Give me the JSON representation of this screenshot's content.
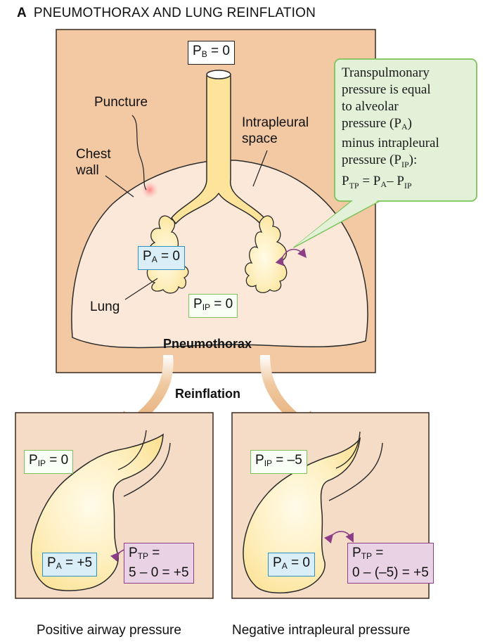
{
  "title": {
    "letter": "A",
    "text": "PNEUMOTHORAX AND LUNG REINFLATION"
  },
  "top_panel": {
    "pb_label": {
      "main": "P",
      "sub": "B",
      "rest": " = 0"
    },
    "pa_label": {
      "main": "P",
      "sub": "A",
      "rest": " = 0"
    },
    "pip_label": {
      "main": "P",
      "sub": "IP",
      "rest": " = 0"
    },
    "puncture": "Puncture",
    "chest_wall_line1": "Chest",
    "chest_wall_line2": "wall",
    "intrapleural_line1": "Intrapleural",
    "intrapleural_line2": "space",
    "lung": "Lung",
    "pneumothorax": "Pneumothorax"
  },
  "callout": {
    "line1": "Transpulmonary",
    "line2": "pressure is equal",
    "line3": "to alveolar",
    "line4_a": "pressure (P",
    "line4_sub": "A",
    "line4_b": ")",
    "line5": "minus intrapleural",
    "line6_a": "pressure (P",
    "line6_sub": "IP",
    "line6_b": "):",
    "line7_a": "P",
    "line7_sub1": "TP",
    "line7_b": " = P",
    "line7_sub2": "A",
    "line7_c": "– P",
    "line7_sub3": "IP"
  },
  "reinflation": "Reinflation",
  "left_panel": {
    "pip_label": {
      "main": "P",
      "sub": "IP",
      "rest": " = 0"
    },
    "pa_label": {
      "main": "P",
      "sub": "A",
      "rest": " = +5"
    },
    "ptp_line1": {
      "main": "P",
      "sub": "TP",
      "rest": " ="
    },
    "ptp_line2": "5 – 0 = +5",
    "caption": "Positive airway pressure"
  },
  "right_panel": {
    "pip_label": {
      "main": "P",
      "sub": "IP",
      "rest": " = –5"
    },
    "pa_label": {
      "main": "P",
      "sub": "A",
      "rest": " = 0"
    },
    "ptp_line1": {
      "main": "P",
      "sub": "TP",
      "rest": " ="
    },
    "ptp_line2": "0 – (–5) = +5",
    "caption": "Negative intrapleural pressure"
  },
  "colors": {
    "panel_bg": "#f2c9a3",
    "pleural_space": "#fbe8d8",
    "lung": "#fde49a",
    "callout_bg": "#e3f1d9",
    "arrow": "#e8b98b",
    "purple": "#8c3f86"
  }
}
